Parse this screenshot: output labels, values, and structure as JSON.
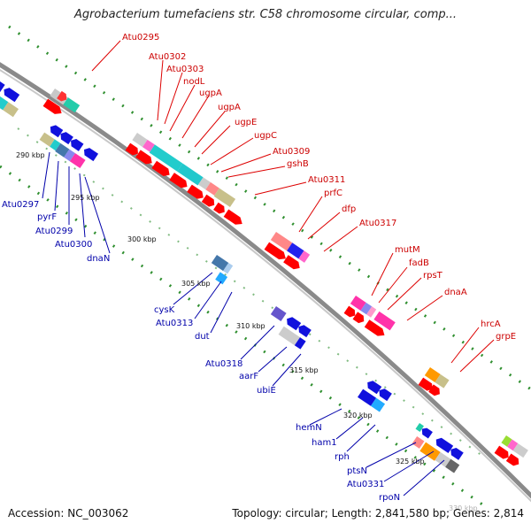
{
  "header": {
    "title": "Agrobacterium tumefaciens str. C58 chromosome circular, comp..."
  },
  "footer": {
    "accession": "Accession: NC_003062",
    "summary": "Topology: circular; Length: 2,841,580 bp; Genes: 2,814"
  },
  "ticks": [
    "290 kbp",
    "295 kbp",
    "300 kbp",
    "305 kbp",
    "310 kbp",
    "315 kbp",
    "320 kbp",
    "325 kbp",
    "330 kbp"
  ],
  "labels_forward": [
    "Atu0295",
    "Atu0302",
    "Atu0303",
    "nodL",
    "ugpA",
    "ugpA",
    "ugpE",
    "ugpC",
    "Atu0309",
    "gshB",
    "Atu0311",
    "prfC",
    "dfp",
    "Atu0317",
    "mutM",
    "fadB",
    "rpsT",
    "dnaA",
    "hrcA",
    "grpE"
  ],
  "labels_reverse": [
    "Atu0297",
    "pyrF",
    "Atu0299",
    "Atu0300",
    "dnaN",
    "cysK",
    "Atu0313",
    "dut",
    "Atu0318",
    "aarF",
    "ubiE",
    "hemN",
    "ham1",
    "rph",
    "ptsN",
    "Atu0331",
    "rpoN"
  ],
  "colors": {
    "forward_label": "#cc0000",
    "reverse_label": "#0000aa",
    "backbone": "#808080",
    "dots": "#2f8f2f"
  }
}
